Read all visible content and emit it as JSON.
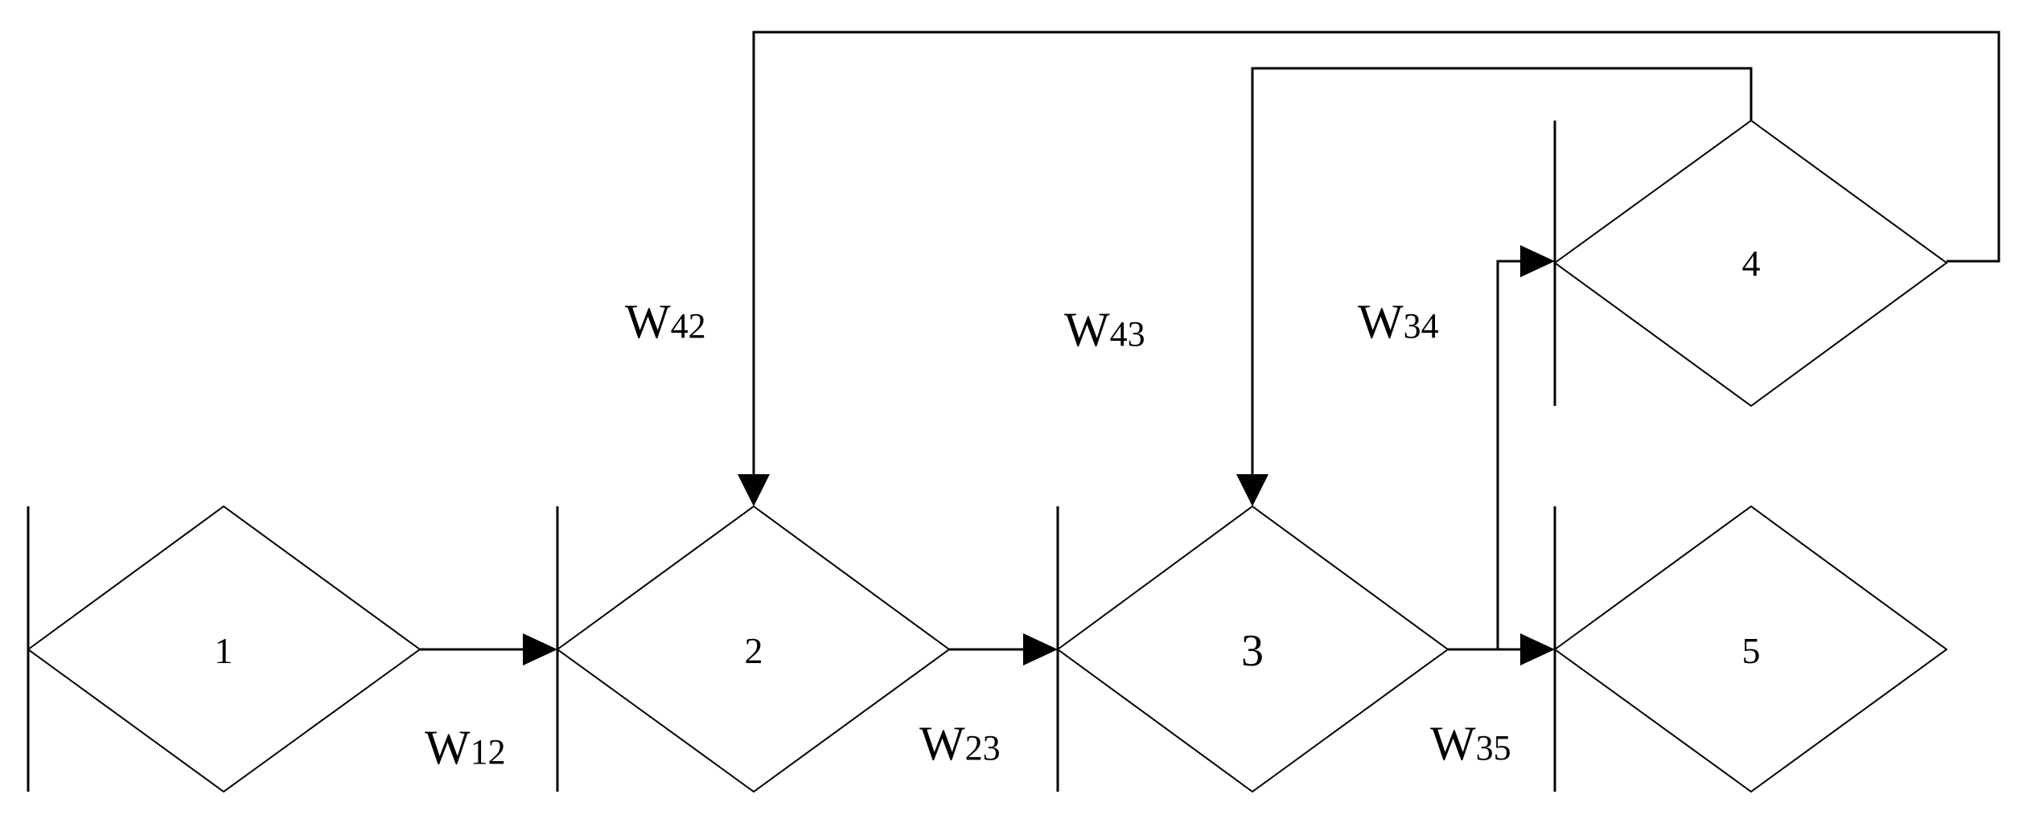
{
  "nodes": [
    {
      "id": "1",
      "label": "1"
    },
    {
      "id": "2",
      "label": "2"
    },
    {
      "id": "3",
      "label": "3"
    },
    {
      "id": "4",
      "label": "4"
    },
    {
      "id": "5",
      "label": "5"
    }
  ],
  "edges": [
    {
      "from": "1",
      "to": "2",
      "label_main": "W",
      "label_sub": "12"
    },
    {
      "from": "2",
      "to": "3",
      "label_main": "W",
      "label_sub": "23"
    },
    {
      "from": "3",
      "to": "5",
      "label_main": "W",
      "label_sub": "35"
    },
    {
      "from": "3",
      "to": "4",
      "label_main": "W",
      "label_sub": "34"
    },
    {
      "from": "4",
      "to": "3",
      "label_main": "W",
      "label_sub": "43"
    },
    {
      "from": "4",
      "to": "2",
      "label_main": "W",
      "label_sub": "42"
    }
  ]
}
